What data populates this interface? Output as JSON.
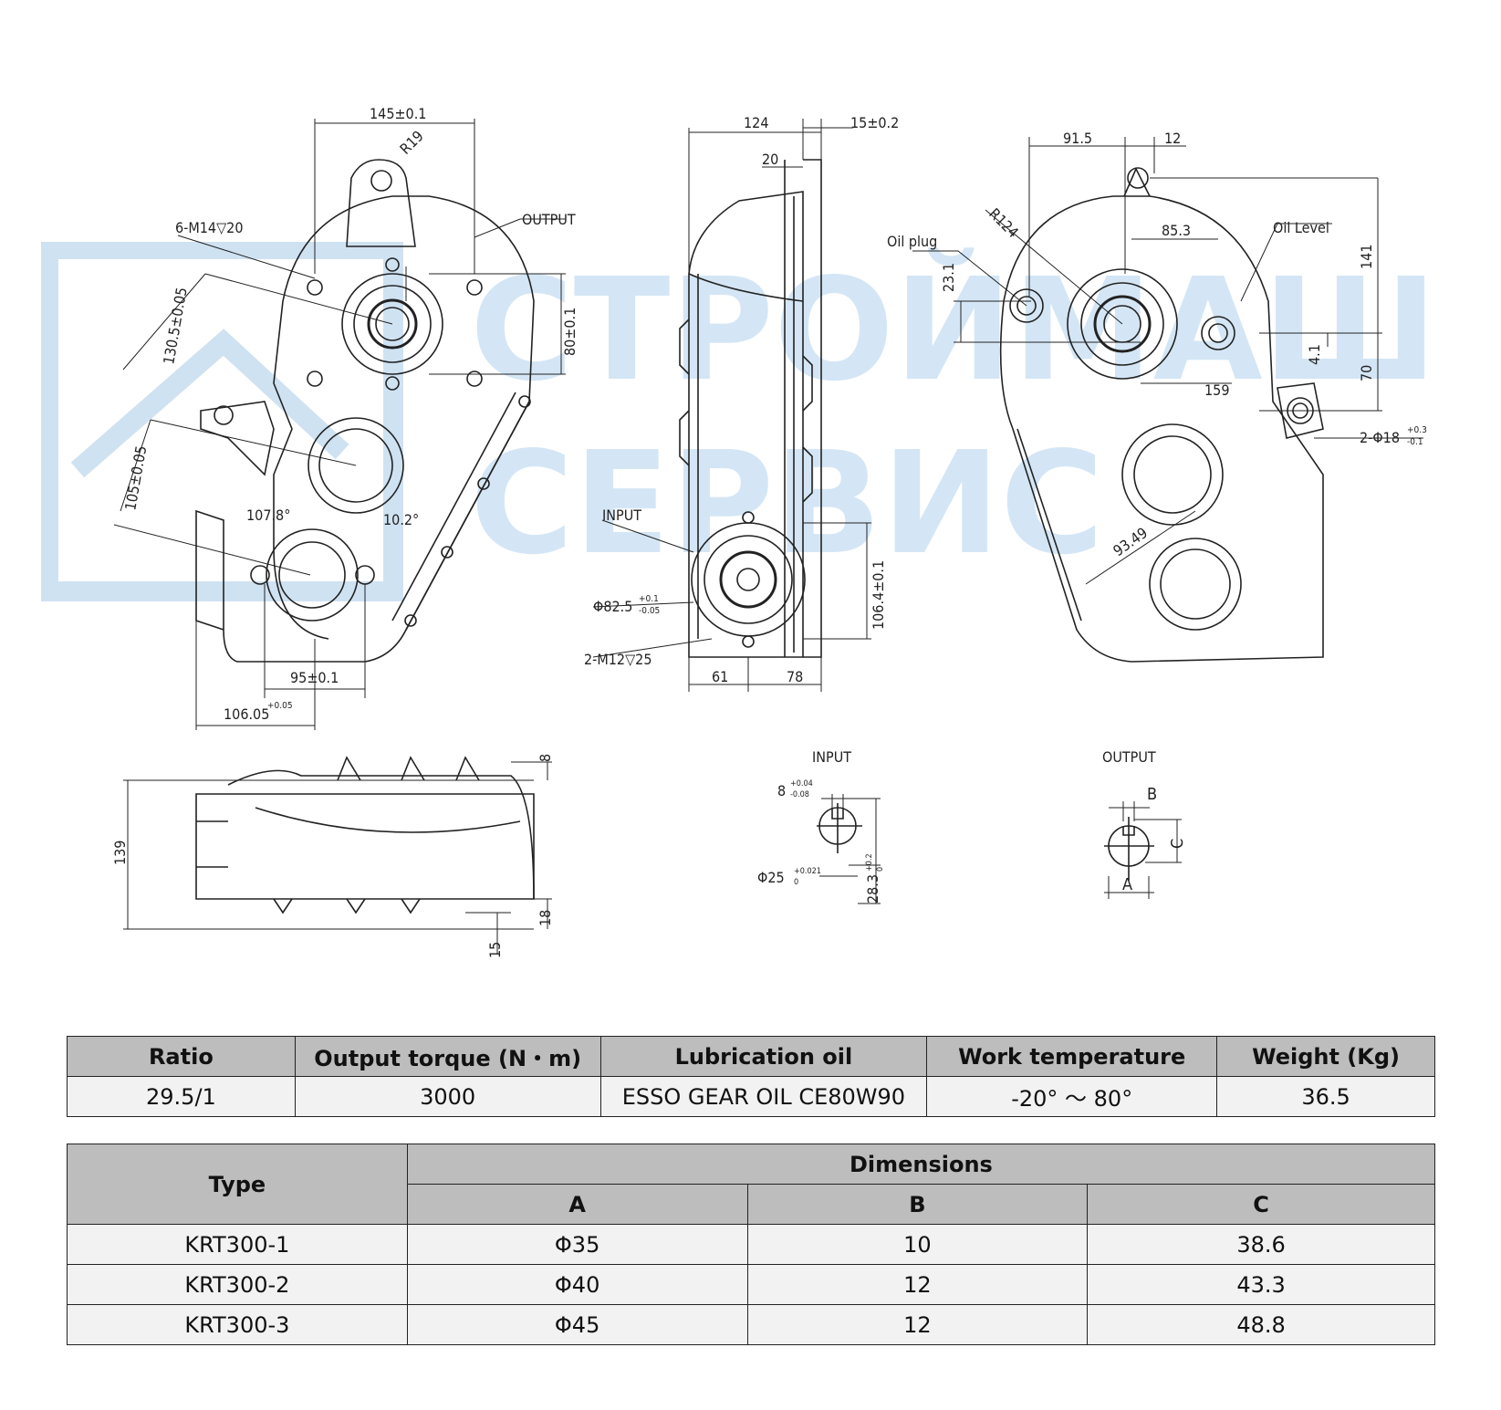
{
  "drawing": {
    "views": {
      "front": {
        "dims": [
          "145±0.1",
          "R19",
          "6-M14▽20",
          "OUTPUT",
          "130.5±0.05",
          "80±0.1",
          "105±0.05",
          "107.8°",
          "10.2°",
          "95±0.1",
          "106.05",
          "+0.05"
        ]
      },
      "side": {
        "dims": [
          "124",
          "15±0.2",
          "20",
          "INPUT",
          "Φ82.5",
          "+0.1",
          "-0.05",
          "2-M12▽25",
          "106.4±0.1",
          "61",
          "78"
        ]
      },
      "rear": {
        "dims": [
          "91.5",
          "12",
          "R124",
          "Oil plug",
          "Oil Level",
          "85.3",
          "141",
          "23.1",
          "4.1",
          "70",
          "159",
          "2-Φ18",
          "+0.3",
          "-0.1",
          "93.49"
        ]
      },
      "bottom": {
        "dims": [
          "8",
          "139",
          "18",
          "15"
        ]
      },
      "input_shaft": {
        "title": "INPUT",
        "dims": [
          "8",
          "+0.04",
          "-0.08",
          "Φ25",
          "+0.021",
          "0",
          "28.3",
          "+0.2",
          "0"
        ]
      },
      "output_shaft": {
        "title": "OUTPUT",
        "dims": [
          "B",
          "C",
          "A"
        ]
      }
    },
    "watermark": {
      "line1": "СТРОЙМАШ",
      "line2": "СЕРВИС"
    }
  },
  "params_table": {
    "headers": [
      "Ratio",
      "Output torque (N・m)",
      "Lubrication oil",
      "Work temperature",
      "Weight (Kg)"
    ],
    "row": [
      "29.5/1",
      "3000",
      "ESSO GEAR OIL CE80W90",
      "-20° ～ 80°",
      "36.5"
    ]
  },
  "dims_table": {
    "type_header": "Type",
    "group_header": "Dimensions",
    "sub_headers": [
      "A",
      "B",
      "C"
    ],
    "rows": [
      [
        "KRT300-1",
        "Φ35",
        "10",
        "38.6"
      ],
      [
        "KRT300-2",
        "Φ40",
        "12",
        "43.3"
      ],
      [
        "KRT300-3",
        "Φ45",
        "12",
        "48.8"
      ]
    ]
  }
}
